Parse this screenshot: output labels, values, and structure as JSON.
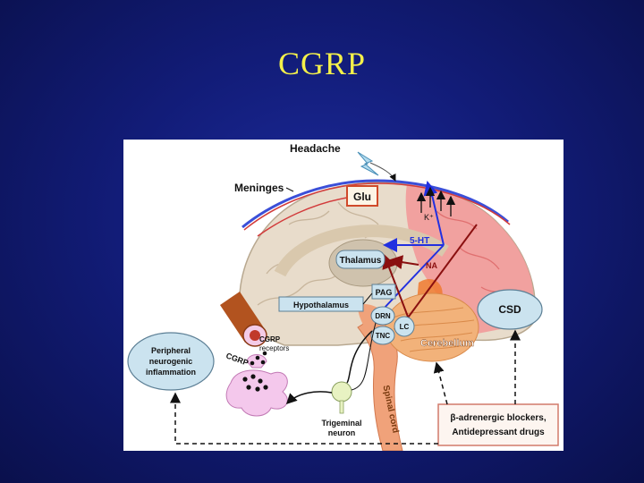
{
  "slide": {
    "title": "CGRP"
  },
  "diagram": {
    "headache": "Headache",
    "meninges": "Meninges",
    "glu": "Glu",
    "k_plus": "K⁺",
    "ht5": "5-HT",
    "na": "NA",
    "thalamus": "Thalamus",
    "pag": "PAG",
    "hypothalamus": "Hypothalamus",
    "drn": "DRN",
    "lc": "LC",
    "tnc": "TNC",
    "cerebellum": "Cerebellum",
    "csd": "CSD",
    "spinal_cord": "Spinal cord",
    "cgrp": "CGRP",
    "cgrp_receptors_line1": "CGRP",
    "cgrp_receptors_line2": "receptors",
    "peripheral_line1": "Peripheral",
    "peripheral_line2": "neurogenic",
    "peripheral_line3": "inflammation",
    "trigeminal_line1": "Trigeminal",
    "trigeminal_line2": "neuron",
    "drugs_line1": "β-adrenergic blockers,",
    "drugs_line2": "Antidepressant drugs"
  }
}
